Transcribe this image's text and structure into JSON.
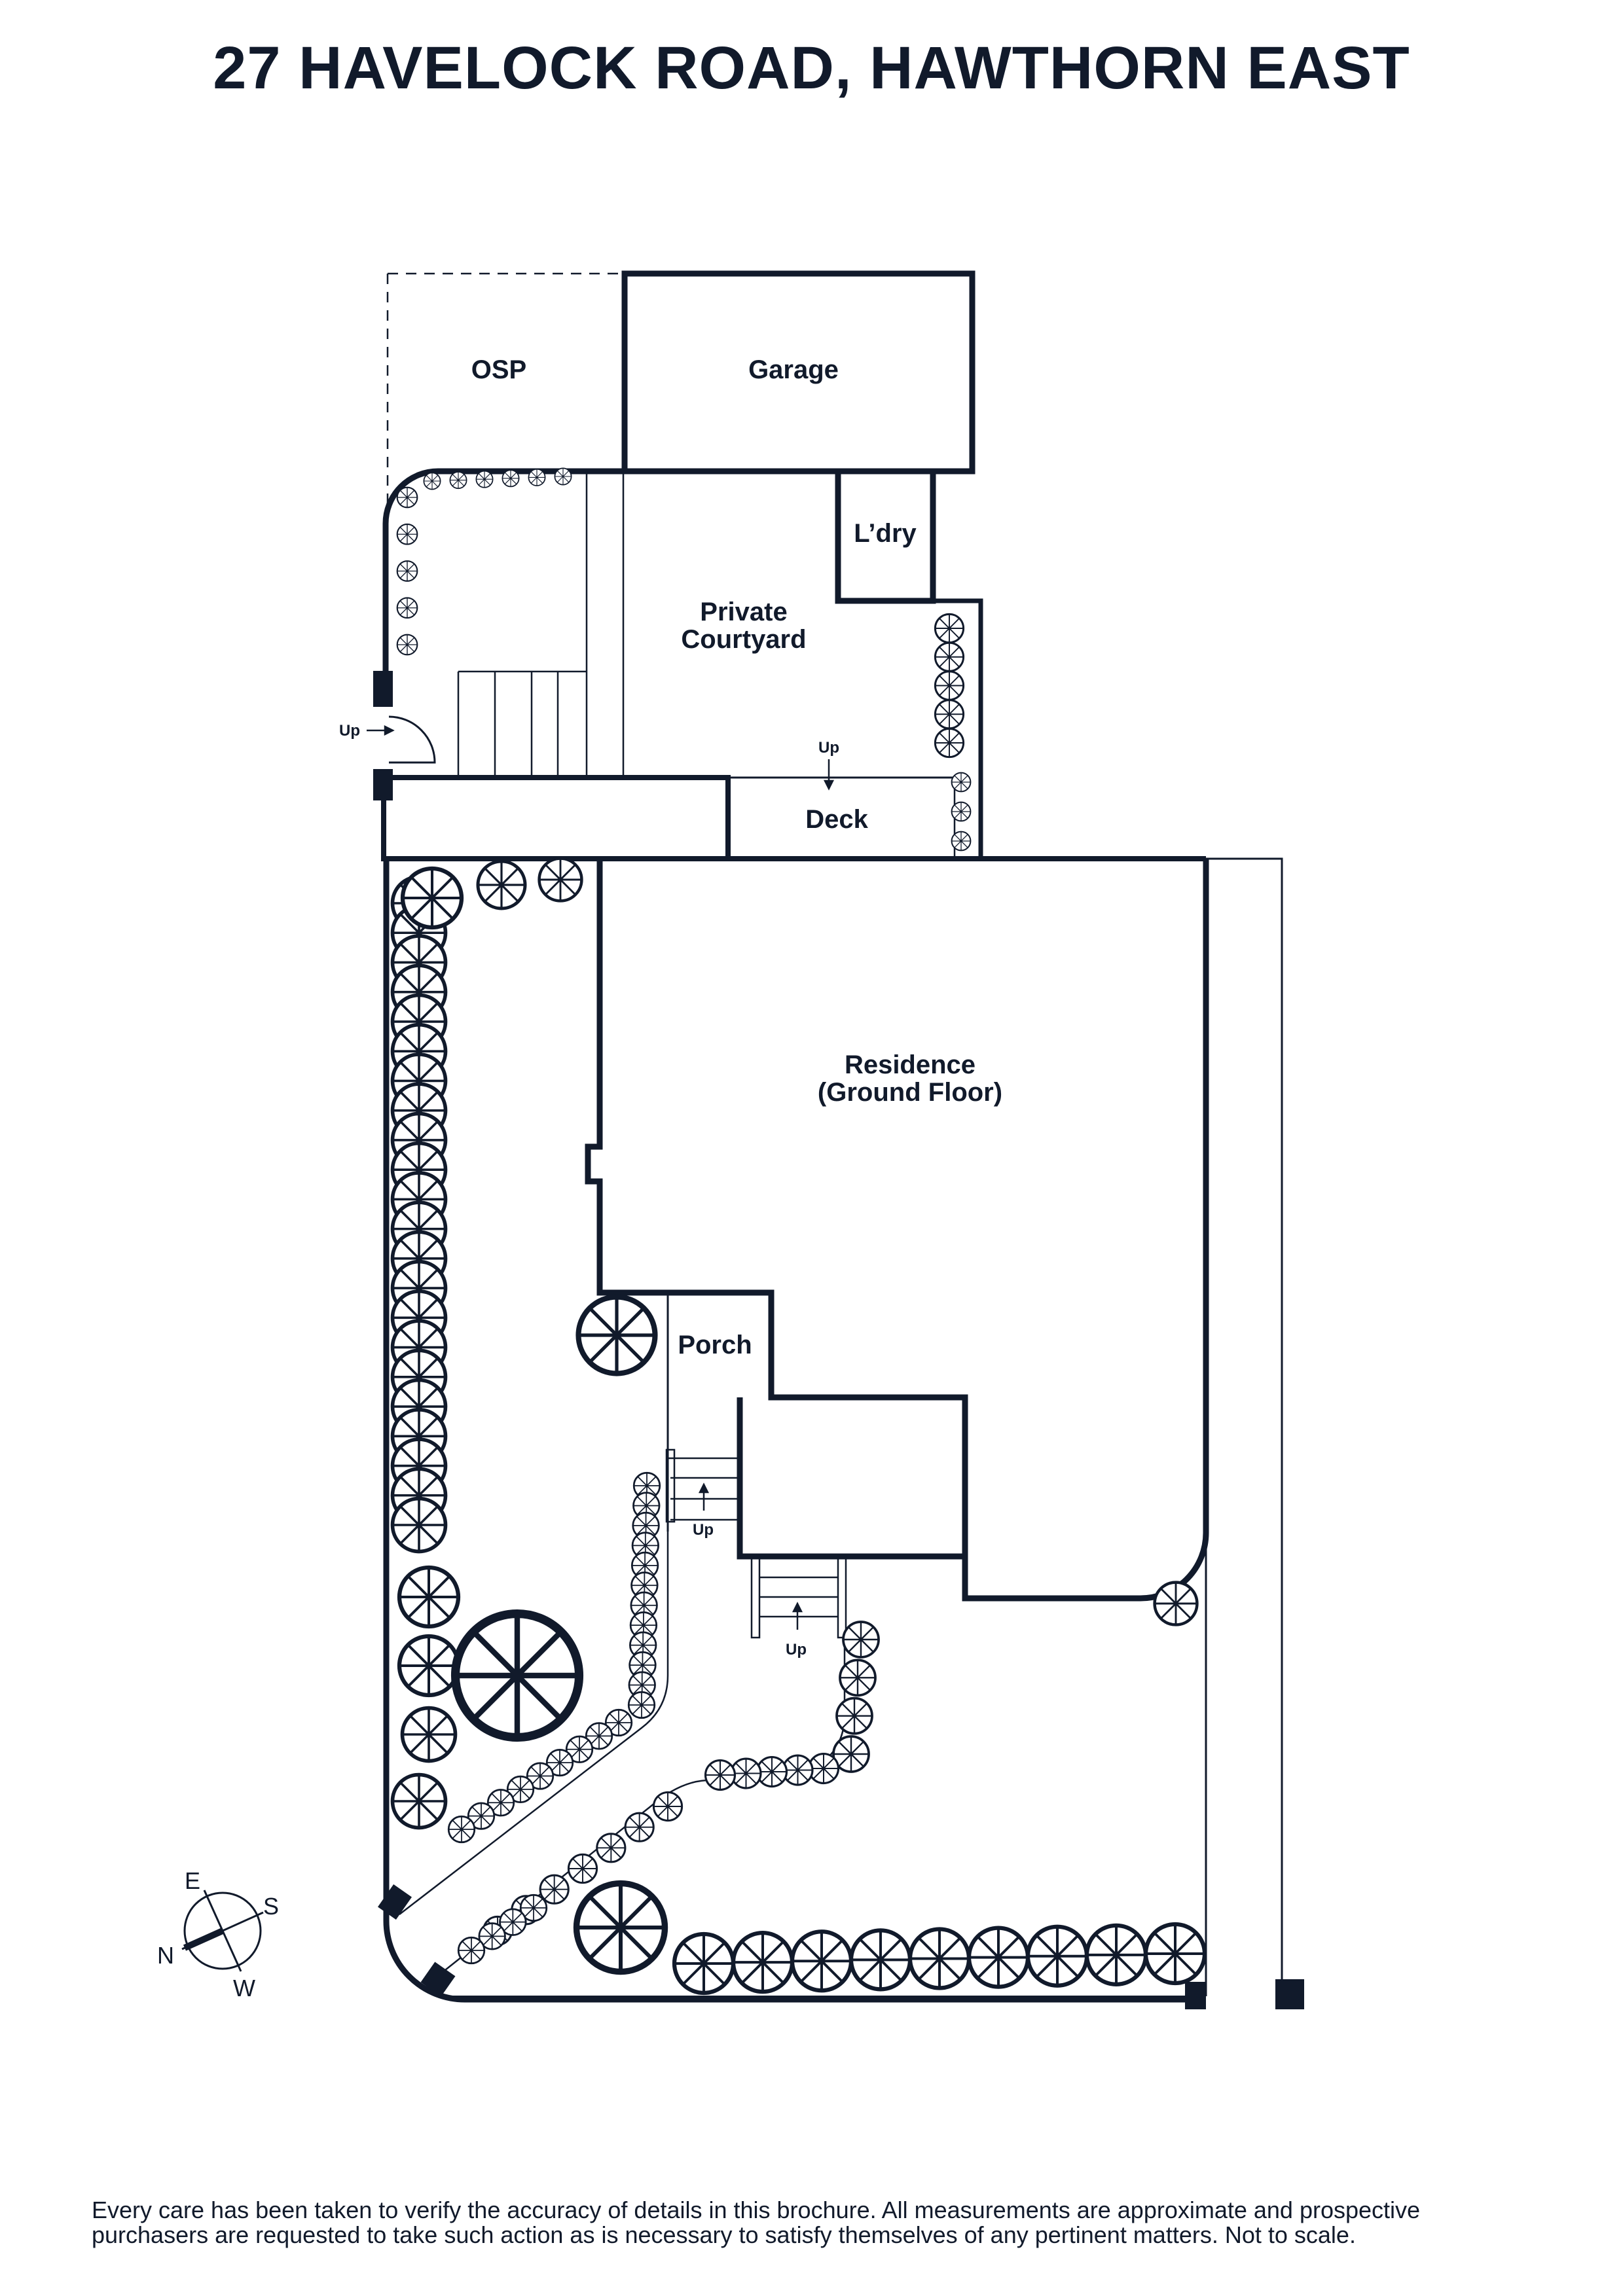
{
  "header": {
    "title": "27 HAVELOCK ROAD, HAWTHORN EAST"
  },
  "rooms": {
    "osp": "OSP",
    "garage": "Garage",
    "laundry": "L’dry",
    "courtyard_line1": "Private",
    "courtyard_line2": "Courtyard",
    "deck": "Deck",
    "residence_line1": "Residence",
    "residence_line2": "(Ground Floor)",
    "porch": "Porch"
  },
  "stairs": {
    "up_label": "Up"
  },
  "compass": {
    "north": "N",
    "south": "S",
    "east": "E",
    "west": "W"
  },
  "footer": {
    "disclaimer_line1": "Every care has been taken to verify the accuracy of details in this brochure. All measurements are approximate and prospective",
    "disclaimer_line2": "purchasers are requested to take such action as is necessary to satisfy themselves of any pertinent matters. Not to scale."
  },
  "colors": {
    "ink": "#111a2b",
    "background": "#ffffff"
  }
}
